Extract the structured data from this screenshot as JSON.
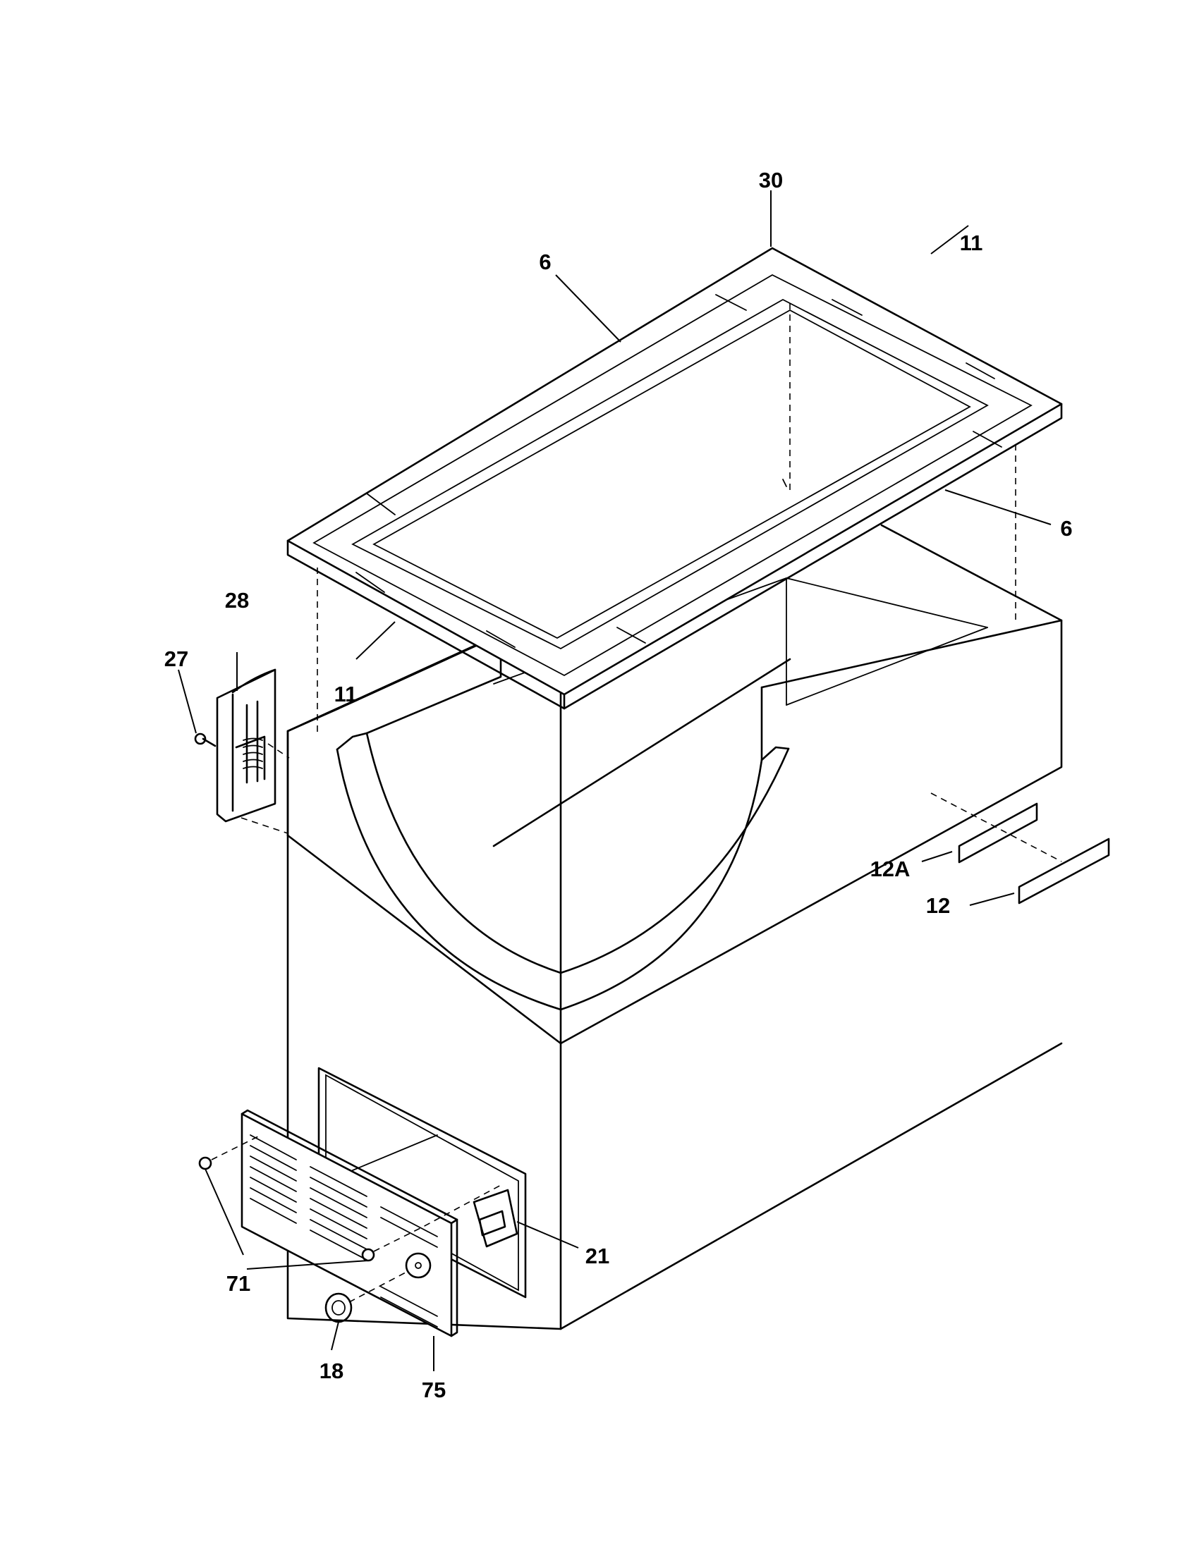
{
  "diagram": {
    "callouts": {
      "gasket_corner_top": "30",
      "gasket_side_top_right": "11",
      "gasket_long_top_left": "6",
      "gasket_long_right": "6",
      "gasket_side_bottom_left": "11",
      "hinge": "28",
      "hinge_screw": "27",
      "label_upper": "12A",
      "label_lower": "12",
      "thermostat": "21",
      "grille_screws": "71",
      "thermostat_knob": "18",
      "grille": "75"
    }
  }
}
